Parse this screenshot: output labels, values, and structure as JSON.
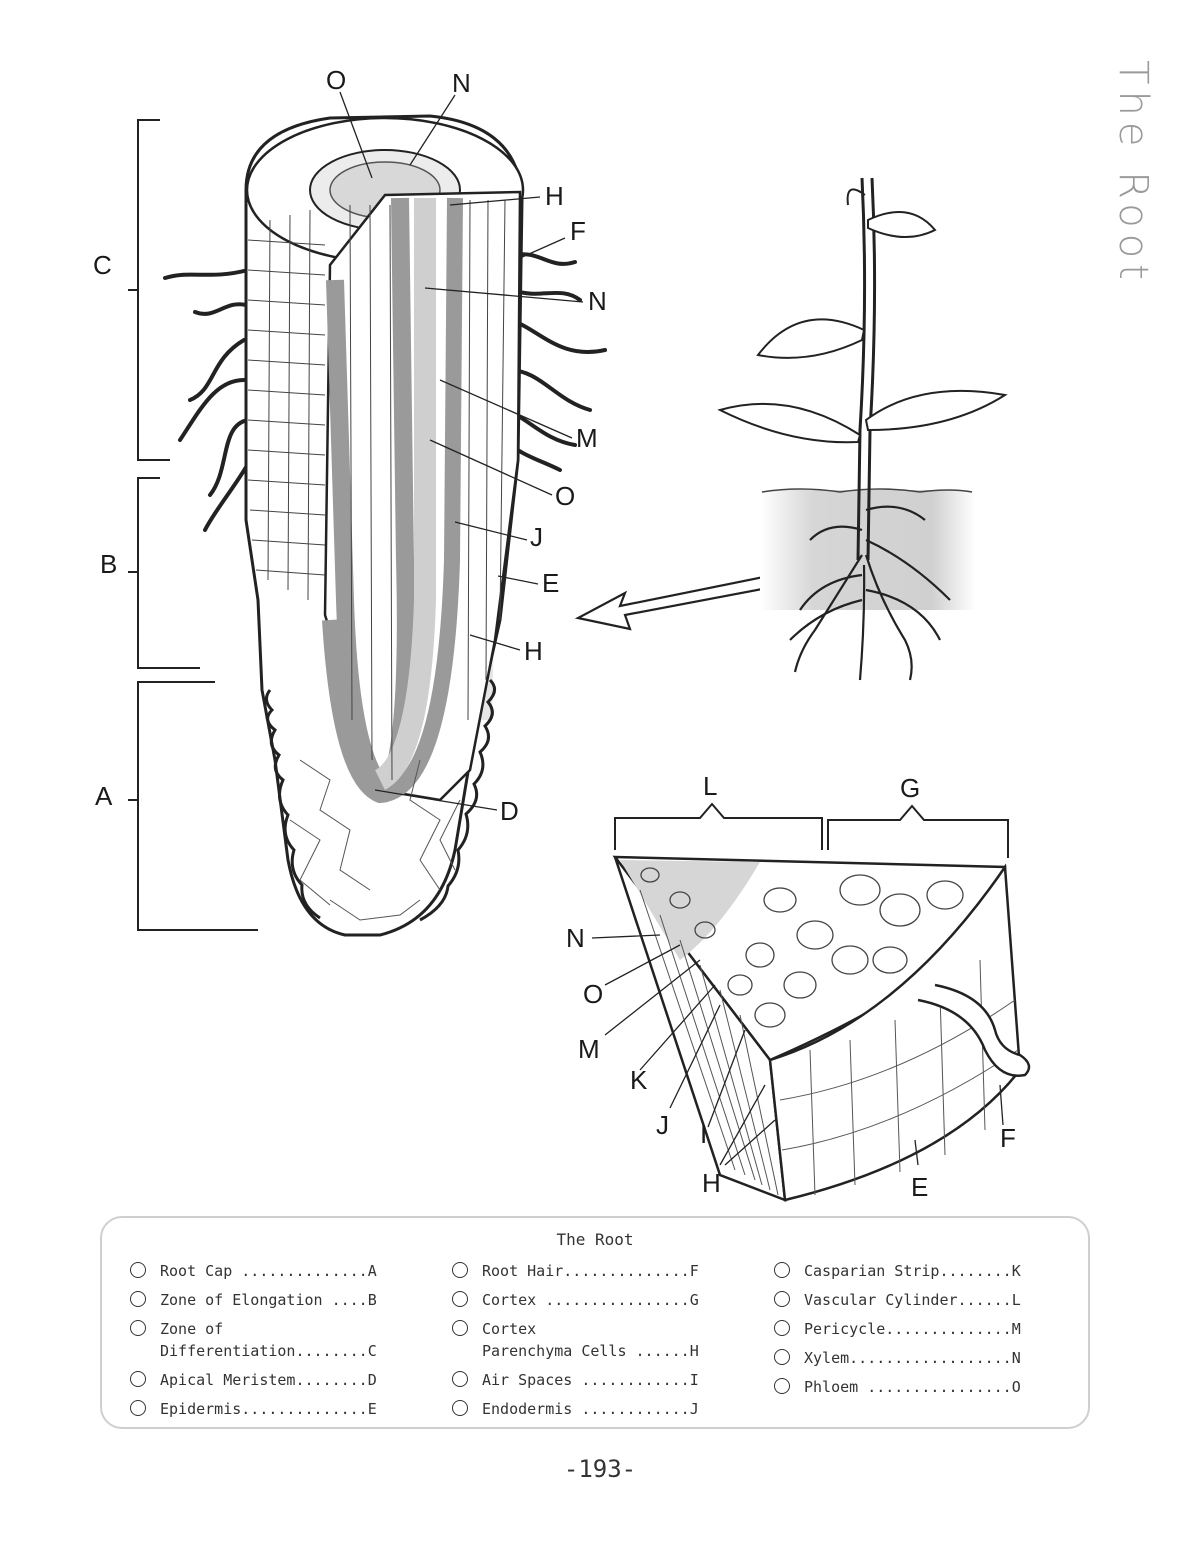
{
  "side_title": "The Root",
  "figure_labels": {
    "root": {
      "O": "O",
      "N": "N",
      "H": "H",
      "F": "F",
      "N2": "N",
      "M": "M",
      "O2": "O",
      "J": "J",
      "E": "E",
      "H2": "H",
      "D": "D",
      "C": "C",
      "B": "B",
      "A": "A"
    },
    "section": {
      "L": "L",
      "G": "G",
      "N": "N",
      "O": "O",
      "M": "M",
      "K": "K",
      "J": "J",
      "I": "I",
      "H": "H",
      "E": "E",
      "F": "F"
    }
  },
  "legend": {
    "title": "The Root",
    "columns": [
      [
        {
          "text": "Root Cap ..............A"
        },
        {
          "text": "Zone of Elongation ....B"
        },
        {
          "text": "Zone of\nDifferentiation........C"
        },
        {
          "text": "Apical Meristem........D"
        },
        {
          "text": "Epidermis..............E"
        }
      ],
      [
        {
          "text": "Root Hair..............F"
        },
        {
          "text": "Cortex ................G"
        },
        {
          "text": "Cortex\nParenchyma Cells ......H"
        },
        {
          "text": "Air Spaces ............I"
        },
        {
          "text": "Endodermis ............J"
        }
      ],
      [
        {
          "text": "Casparian Strip........K"
        },
        {
          "text": "Vascular Cylinder......L"
        },
        {
          "text": "Pericycle..............M"
        },
        {
          "text": "Xylem..................N"
        },
        {
          "text": "Phloem ................O"
        }
      ]
    ]
  },
  "page_number": "-193-"
}
